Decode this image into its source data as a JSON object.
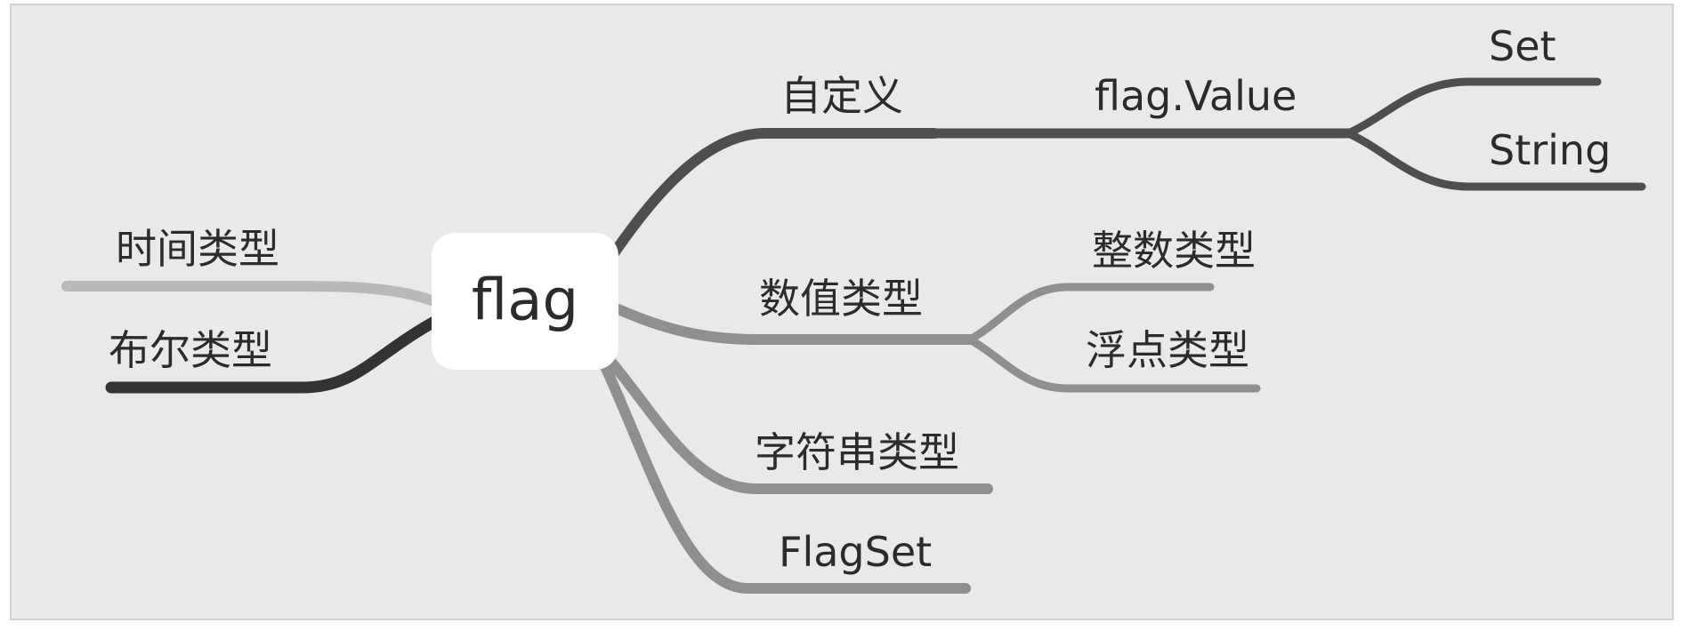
{
  "root": {
    "label": "flag"
  },
  "left_branches": [
    {
      "id": "time",
      "label": "时间类型"
    },
    {
      "id": "bool",
      "label": "布尔类型"
    }
  ],
  "right_branches": [
    {
      "id": "custom",
      "label": "自定义",
      "children": [
        {
          "id": "flagvalue",
          "label": "flag.Value",
          "children": [
            {
              "id": "set",
              "label": "Set"
            },
            {
              "id": "string",
              "label": "String"
            }
          ]
        }
      ]
    },
    {
      "id": "numeric",
      "label": "数值类型",
      "children": [
        {
          "id": "int",
          "label": "整数类型"
        },
        {
          "id": "float",
          "label": "浮点类型"
        }
      ]
    },
    {
      "id": "strtype",
      "label": "字符串类型"
    },
    {
      "id": "flagset",
      "label": "FlagSet"
    }
  ],
  "colors": {
    "background": "#e9e9e9",
    "border": "#d2d2d2",
    "root_fill": "#ffffff",
    "text": "#2b2b2b",
    "dark_branch": "#4e4e4e",
    "black_branch": "#333333",
    "mid_branch": "#8f8f8f",
    "light_branch": "#b9b9b9"
  }
}
